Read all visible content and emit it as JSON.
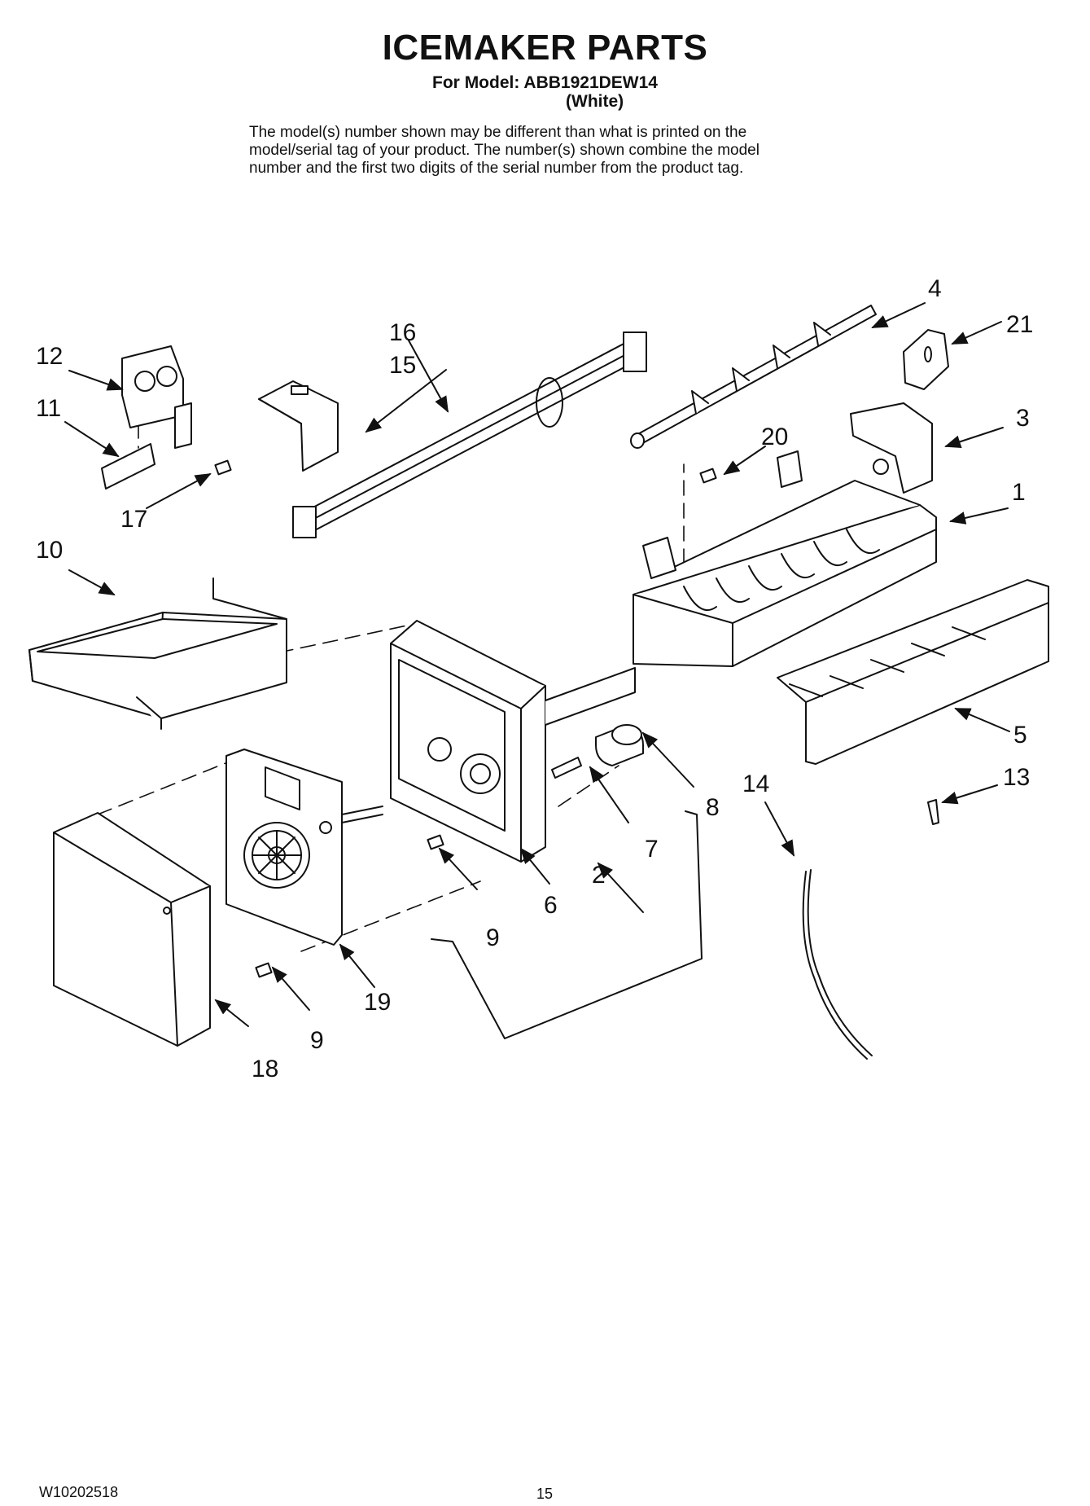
{
  "header": {
    "title": "ICEMAKER PARTS",
    "model_line": "For Model: ABB1921DEW14",
    "color_line": "(White)",
    "disclaimer": [
      "The model(s) number shown may be different than what is printed on the",
      "model/serial tag of your product. The number(s) shown combine the model",
      "number and the first two digits of the serial number from the product tag."
    ]
  },
  "callouts": {
    "c1": "1",
    "c2": "2",
    "c3": "3",
    "c4": "4",
    "c5": "5",
    "c6": "6",
    "c7": "7",
    "c8": "8",
    "c9a": "9",
    "c9b": "9",
    "c10": "10",
    "c11": "11",
    "c12": "12",
    "c13": "13",
    "c14": "14",
    "c15": "15",
    "c16": "16",
    "c17": "17",
    "c18": "18",
    "c19": "19",
    "c20": "20",
    "c21": "21"
  },
  "footer": {
    "doc_number": "W10202518",
    "page_number": "15"
  }
}
